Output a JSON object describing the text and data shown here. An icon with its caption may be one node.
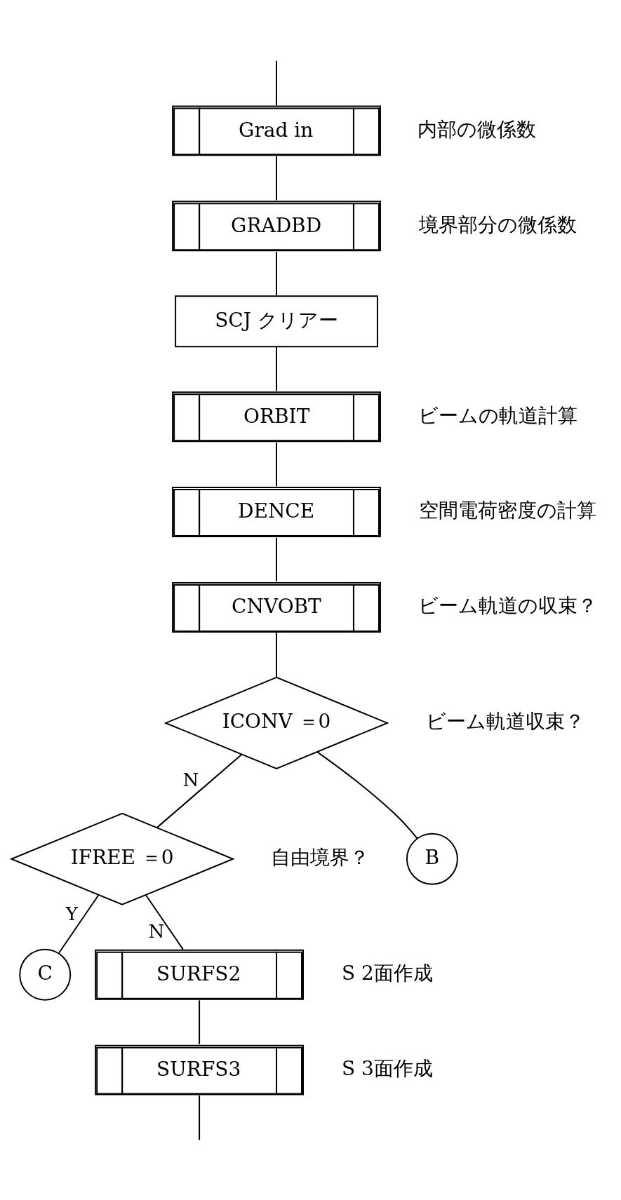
{
  "diagram": {
    "nodes": [
      {
        "text": [
          "Grad in"
        ],
        "beside": [
          "内部の微係数"
        ]
      },
      {
        "text": [
          "GRADBD"
        ],
        "beside": [
          "境界部分の微係数"
        ]
      },
      {
        "text": [
          "SCJ クリアー"
        ]
      },
      {
        "text": [
          "ORBIT"
        ],
        "beside": [
          "ビームの軌道計算"
        ]
      },
      {
        "text": [
          "DENCE"
        ],
        "beside": [
          "空間電荷密度の計算"
        ]
      },
      {
        "text": [
          "CNVOBT"
        ],
        "beside": [
          "ビーム軌道の収束？"
        ]
      },
      {
        "text": [
          "ICONV ＝0"
        ],
        "beside": [
          "ビーム軌道収束？"
        ]
      },
      {
        "text": [
          "IFREE ＝0"
        ],
        "beside": [
          "自由境界？"
        ]
      },
      {
        "text": [
          "B"
        ]
      },
      {
        "text": [
          "C"
        ]
      },
      {
        "text": [
          "SURFS2"
        ],
        "beside": [
          "S 2面作成"
        ]
      },
      {
        "text": [
          "SURFS3"
        ],
        "beside": [
          "S 3面作成"
        ]
      }
    ],
    "edges": [
      {
        "from": null,
        "to": 0,
        "arrow": "none"
      },
      {
        "from": 0,
        "to": 1,
        "arrow": "none"
      },
      {
        "from": 1,
        "to": 2,
        "arrow": "none"
      },
      {
        "from": 2,
        "to": 3,
        "arrow": "none"
      },
      {
        "from": 3,
        "to": 4,
        "arrow": "none"
      },
      {
        "from": 4,
        "to": 5,
        "arrow": "none"
      },
      {
        "from": 5,
        "to": 6,
        "arrow": "none"
      },
      {
        "from": 6,
        "to": 7,
        "arrow": "none",
        "label": "N"
      },
      {
        "from": 6,
        "to": 8,
        "arrow": "none"
      },
      {
        "from": 7,
        "to": 9,
        "arrow": "none",
        "label": "Y"
      },
      {
        "from": 7,
        "to": 10,
        "arrow": "none",
        "label": "N"
      },
      {
        "from": 10,
        "to": 11,
        "arrow": "none"
      },
      {
        "from": 11,
        "to": null,
        "arrow": "none"
      }
    ]
  }
}
